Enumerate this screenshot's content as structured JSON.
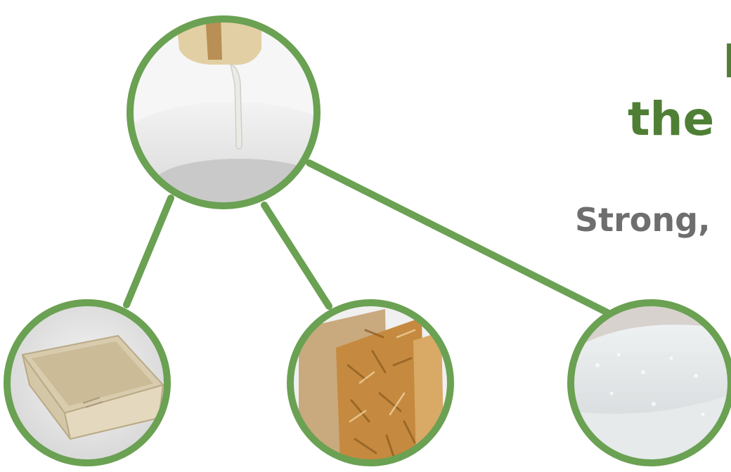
{
  "headline": {
    "line1": "I",
    "line2": "the",
    "color": "#4f7f35"
  },
  "subheadline": {
    "text": "Strong,",
    "color": "#6e6e6e"
  },
  "diagram": {
    "ring_color": "#6aa152",
    "nodes": [
      {
        "icon": "resin-pour-icon"
      },
      {
        "icon": "molded-fiber-tray-icon"
      },
      {
        "icon": "particle-board-icon"
      },
      {
        "icon": "foam-block-icon"
      }
    ]
  }
}
